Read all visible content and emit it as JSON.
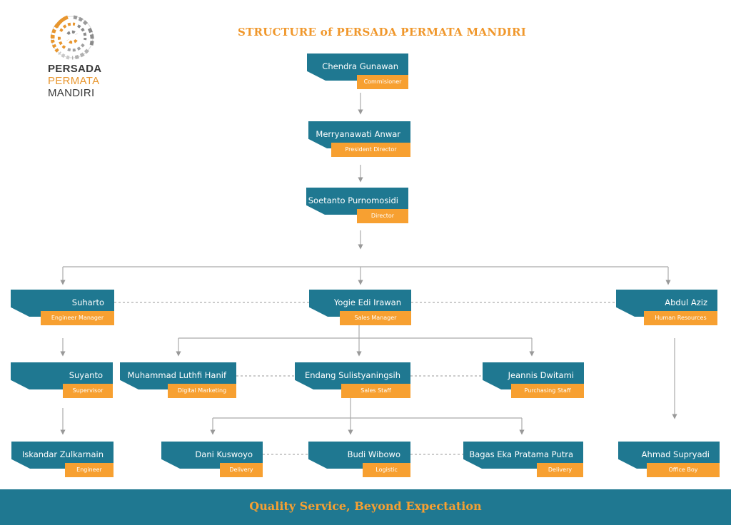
{
  "logo": {
    "line1": "PERSADA",
    "line2": "PERMATA",
    "line3": "MANDIRI"
  },
  "title": "STRUCTURE of PERSADA PERMATA MANDIRI",
  "nodes": [
    {
      "name": "Chendra Gunawan",
      "role": "Commisioner"
    },
    {
      "name": "Merryanawati Anwar",
      "role": "President Director"
    },
    {
      "name": "Soetanto Purnomosidi",
      "role": "Director"
    },
    {
      "name": "Suharto",
      "role": "Engineer Manager"
    },
    {
      "name": "Yogie Edi Irawan",
      "role": "Sales Manager"
    },
    {
      "name": "Abdul Aziz",
      "role": "Human Resources"
    },
    {
      "name": "Suyanto",
      "role": "Supervisor"
    },
    {
      "name": "Muhammad Luthfi Hanif",
      "role": "Digital Marketing"
    },
    {
      "name": "Endang Sulistyaningsih",
      "role": "Sales Staff"
    },
    {
      "name": "Jeannis Dwitami",
      "role": "Purchasing Staff"
    },
    {
      "name": "Iskandar Zulkarnain",
      "role": "Engineer"
    },
    {
      "name": "Dani Kuswoyo",
      "role": "Delivery"
    },
    {
      "name": "Budi Wibowo",
      "role": "Logistic"
    },
    {
      "name": "Bagas Eka Pratama Putra",
      "role": "Delivery"
    },
    {
      "name": "Ahmad Supryadi",
      "role": "Office Boy"
    }
  ],
  "footer": "Quality Service, Beyond Expectation",
  "colors": {
    "teal": "#1f7891",
    "orange": "#f7a031",
    "title": "#f0972b",
    "line": "#aaaaaa"
  }
}
